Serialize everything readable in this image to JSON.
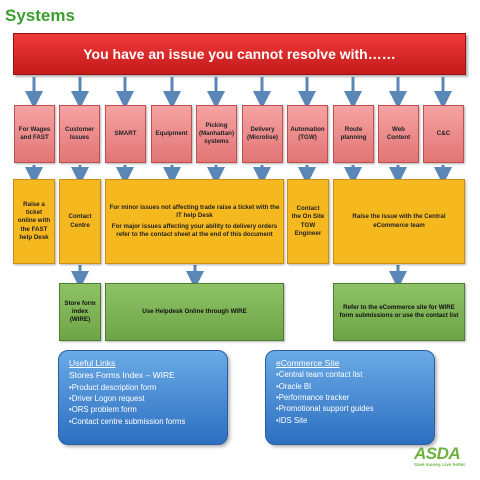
{
  "title": "Systems",
  "banner": "You have an issue you cannot resolve with……",
  "issues": [
    "For Wages and FAST",
    "Customer Issues",
    "SMART",
    "Equipment",
    "Picking (Manhattan) systems",
    "Delivery (Microlise)",
    "Automation (TGW)",
    "Route planning",
    "Web Content",
    "C&C"
  ],
  "actions": {
    "fast": "Raise a ticket online with the FAST help Desk",
    "contact_centre": "Contact Centre",
    "it_minor": "For minor issues  not affecting trade  raise a ticket with the IT help Desk",
    "it_major": "For major issues affecting your ability to delivery orders refer to the contact sheet at the end of this document",
    "tgw": "Contact the On Site TGW Engineer",
    "ecommerce": "Raise the issue with the Central eCommerce team"
  },
  "results": {
    "store_form": "Store form index (WIRE)",
    "helpdesk": "Use Helpdesk  Online through WIRE",
    "ecommerce_site": "Refer to the eCommerce site for WIRE form submissions or use the contact list"
  },
  "useful_links": {
    "heading": "Useful Links",
    "subheading": "Stores Forms Index – WIRE",
    "items": [
      "•Product description form",
      "•Driver Logon request",
      "•ORS problem form",
      "•Contact centre submission forms"
    ]
  },
  "ecommerce_links": {
    "heading": "eCommerce Site",
    "items": [
      "•Central team contact list",
      "•Oracle BI",
      "•Performance tracker",
      "•Promotional support guides",
      "•IDS Site"
    ]
  },
  "brand": {
    "logo_text": "ASDA",
    "tagline": "Save money. Live better."
  },
  "colors": {
    "banner_red": "#e02828",
    "issue_pink": "#f08a8a",
    "action_orange": "#f6b81f",
    "result_green": "#7fb356",
    "links_blue": "#4a8fd6",
    "title_green": "#3a9d2f"
  }
}
